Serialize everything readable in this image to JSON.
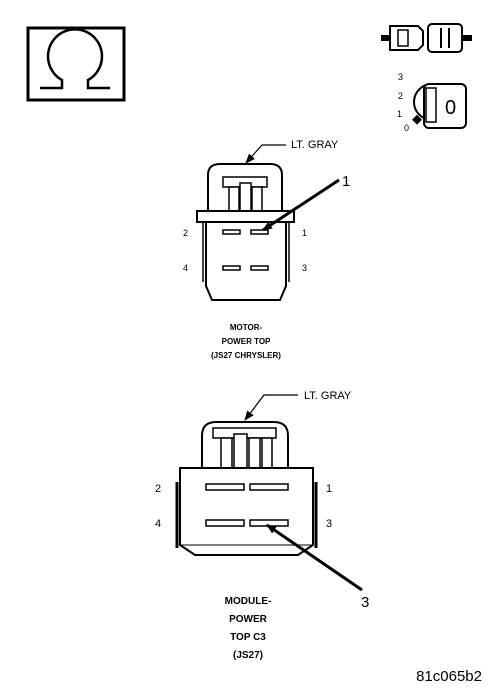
{
  "ohmmeter_symbol": "Ω",
  "ignition": {
    "positions": [
      "3",
      "2",
      "1",
      "0"
    ],
    "key_label": "0"
  },
  "connector_top": {
    "color_label": "LT. GRAY",
    "callout": "1",
    "pins": [
      "2",
      "1",
      "4",
      "3"
    ],
    "caption": [
      "MOTOR-",
      "POWER TOP",
      "(JS27 CHRYSLER)"
    ]
  },
  "connector_bottom": {
    "color_label": "LT. GRAY",
    "callout": "3",
    "pins": [
      "2",
      "1",
      "4",
      "3"
    ],
    "caption": [
      "MODULE-",
      "POWER",
      "TOP C3",
      "(JS27)"
    ]
  },
  "figure_id": "81c065b2"
}
